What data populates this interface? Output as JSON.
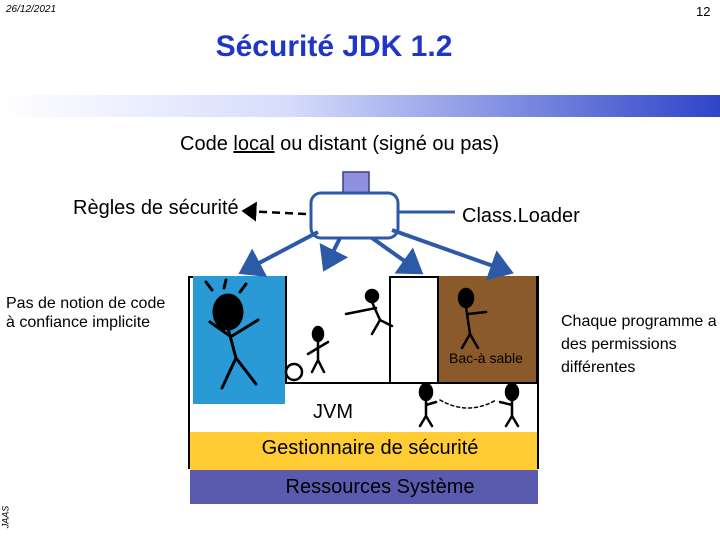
{
  "header": {
    "date": "26/12/2021",
    "page_number": "12"
  },
  "title": "Sécurité JDK 1.2",
  "diagram": {
    "source_prefix": "Code ",
    "source_underlined": "local",
    "source_suffix": " ou distant (signé ou pas)",
    "rules_label": "Règles de sécurité",
    "classloader_label": "Class.Loader",
    "trust_note": "Pas de notion de code à confiance implicite",
    "sandbox_label": "Bac-à sable",
    "jvm_label": "JVM",
    "security_manager_label": "Gestionnaire de sécurité",
    "resources_label": "Ressources Système",
    "permissions_note": "Chaque programme a des permissions différentes"
  },
  "footer": {
    "side_label": "JAAS"
  },
  "colors": {
    "title": "#1f36c6",
    "arrows": "#2d5aa6",
    "left_panel": "#2a9ad6",
    "right_panel": "#8b5a2b",
    "security_manager": "#ffcc33",
    "resources": "#5a5aae"
  }
}
